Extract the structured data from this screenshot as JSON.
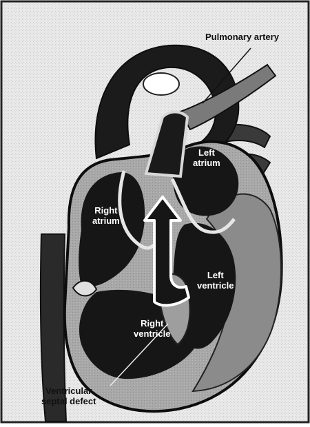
{
  "diagram": {
    "labels": {
      "pulmonary_artery": "Pulmonary artery",
      "left_atrium": [
        "Left",
        "atrium"
      ],
      "right_atrium": [
        "Right",
        "atrium"
      ],
      "left_ventricle": [
        "Left",
        "ventricle"
      ],
      "right_ventricle": [
        "Right",
        "ventricle"
      ],
      "vsd": [
        "Ventricular",
        "septal defect"
      ]
    },
    "colors": {
      "chamber_dark": "#161616",
      "wall_gray": "#a9a9a9",
      "left_wall_gray": "#8b8b8b",
      "vessel_gray": "#7a7a7a",
      "background": "#eeeeee",
      "frame": "#222222"
    }
  }
}
